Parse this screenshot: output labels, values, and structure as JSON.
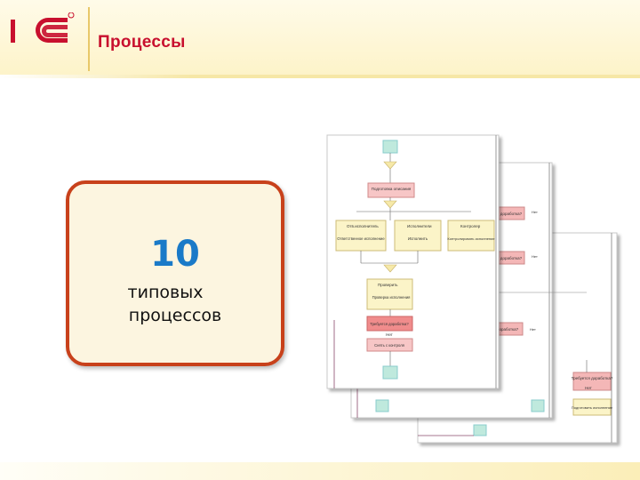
{
  "header": {
    "title": "Процессы"
  },
  "logo": {
    "text": "1С",
    "brand_color": "#c8102e"
  },
  "card": {
    "number": "10",
    "line1": "типовых",
    "line2": "процессов"
  },
  "diagram_front": {
    "nodes": [
      "Подготовка описания",
      "Отв.исполнитель",
      "Исполнители",
      "Контролер",
      "Ответственное исполнение",
      "Исполнить",
      "Контролировать исполнение",
      "Проверить",
      "Проверка исполнения",
      "Требуется доработка?",
      "Нет",
      "Снять с контроля"
    ]
  },
  "diagram_middle": {
    "nodes": [
      "доработка?",
      "Нет",
      "доработка?",
      "Нет",
      "доработка?",
      "Нет"
    ]
  },
  "diagram_back": {
    "nodes": [
      "Требуется доработка?",
      "Нет",
      "Подготовить исполнение"
    ]
  },
  "colors": {
    "card_border": "#c8411b",
    "card_fill": "#fcf5e0",
    "number": "#1a7ac8",
    "title": "#c8102e"
  }
}
